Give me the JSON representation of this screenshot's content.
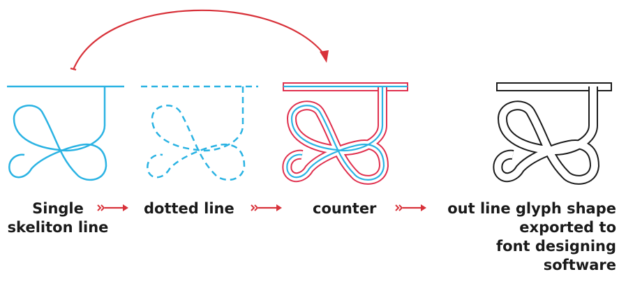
{
  "colors": {
    "skeleton": "#2bb3e3",
    "counter_outline": "#e0304e",
    "outline_glyph": "#1a1a1a",
    "arrow": "#d8323a",
    "background": "#ffffff"
  },
  "steps": [
    {
      "label": "Single\nskeliton line",
      "style": "skeleton-line"
    },
    {
      "label": "dotted line",
      "style": "dotted-line"
    },
    {
      "label": "counter",
      "style": "counter-double-line"
    },
    {
      "label": "out line glyph shape\nexported to\nfont designing\nsoftware",
      "style": "outline-glyph"
    }
  ],
  "arrows": {
    "between_steps_icon": "double-chevron-arrow-icon",
    "top_curve_icon": "curved-arrow-icon"
  }
}
